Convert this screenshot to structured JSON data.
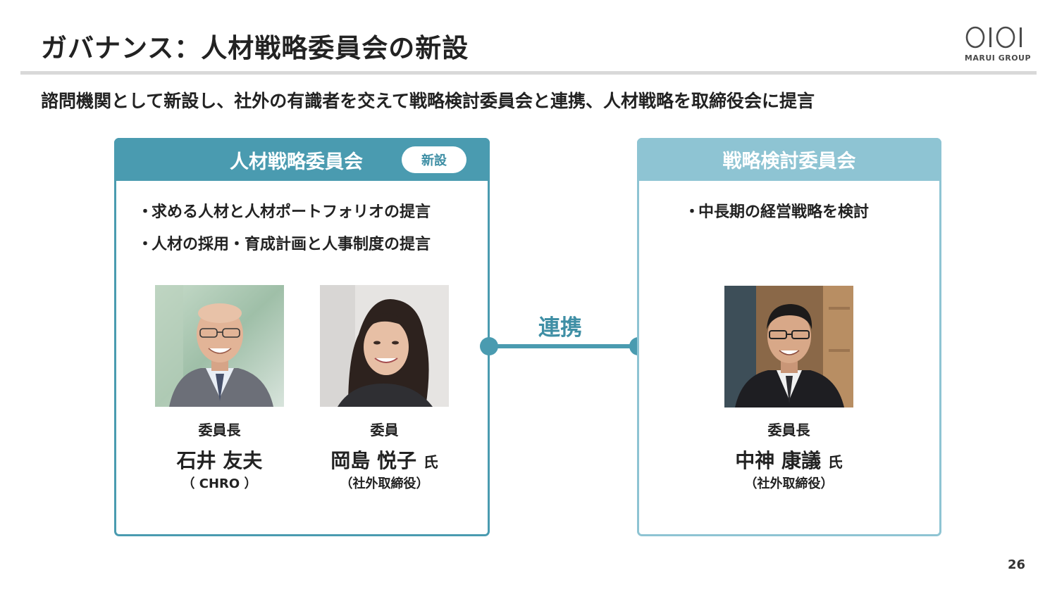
{
  "header": {
    "title": "ガバナンス：人材戦略委員会の新設",
    "logo_text": "MARUI GROUP",
    "logo_mark": "OIOI"
  },
  "subtitle": "諮問機関として新設し、社外の有識者を交えて戦略検討委員会と連携、人材戦略を取締役会に提言",
  "left_panel": {
    "title": "人材戦略委員会",
    "badge": "新設",
    "bullets": [
      "求める人材と人材ポートフォリオの提言",
      "人材の採用・育成計画と人事制度の提言"
    ],
    "members": [
      {
        "role": "委員長",
        "name": "石井 友夫",
        "honorific": "",
        "note": "（ CHRO ）"
      },
      {
        "role": "委員",
        "name": "岡島 悦子",
        "honorific": "氏",
        "note": "（社外取締役）"
      }
    ]
  },
  "right_panel": {
    "title": "戦略検討委員会",
    "bullets": [
      "中長期の経営戦略を検討"
    ],
    "members": [
      {
        "role": "委員長",
        "name": "中神 康議",
        "honorific": "氏",
        "note": "（社外取締役）"
      }
    ]
  },
  "connector": {
    "label": "連携"
  },
  "bullet_mark": "・",
  "page_number": "26",
  "colors": {
    "primary_teal": "#4a9bb0",
    "light_teal": "#8ec4d3",
    "label_teal": "#3f8fa5",
    "rule_gray": "#d9d9d9"
  }
}
